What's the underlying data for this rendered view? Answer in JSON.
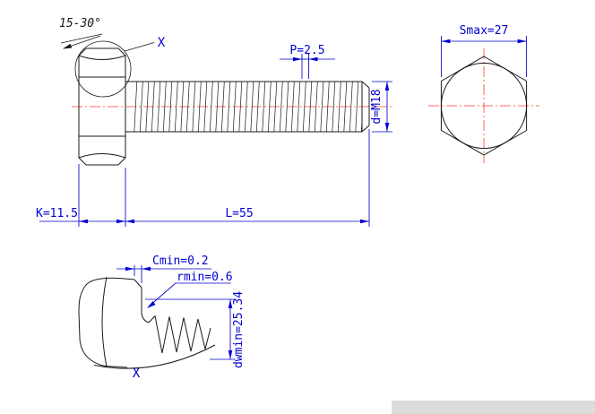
{
  "colors": {
    "geometry": "#1a1a1a",
    "dimension": "#0000d2",
    "centerline": "#ff3b30",
    "background": "#ffffff"
  },
  "main_view": {
    "angle_note": "15-30°",
    "detail_label": "X",
    "pitch": "P=2.5",
    "thread_diameter": "d=M18",
    "head_height": "K=11.5",
    "length": "L=55"
  },
  "end_view": {
    "width_across_flats": "Smax=27"
  },
  "detail_view": {
    "chamfer": "Cmin=0.2",
    "fillet_radius": "rmin=0.6",
    "washer_face_diameter": "dwmin=25.34",
    "detail_label": "X"
  }
}
